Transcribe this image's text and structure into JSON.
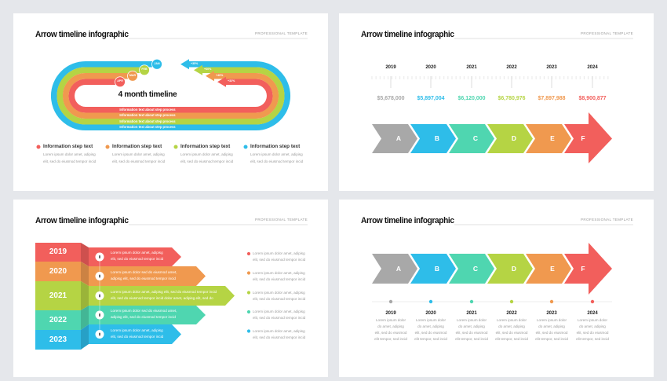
{
  "colors": {
    "red": "#f25f5c",
    "orange": "#f0994f",
    "green": "#b5d444",
    "teal": "#4fd6b0",
    "blue": "#2ebde9",
    "gray": "#a8a8a8",
    "background": "#e5e7eb"
  },
  "slides": [
    {
      "title": "Arrow timeline infographic",
      "subtitle": "PROFESSIONAL TEMPLATE",
      "center_title": "4 month timeline",
      "bands": [
        {
          "month": "JAN",
          "change": "+35%",
          "text": "Information text about step process",
          "color": "#2ebde9"
        },
        {
          "month": "FEB",
          "change": "+60%",
          "text": "Information text about step process",
          "color": "#b5d444"
        },
        {
          "month": "MAR",
          "change": "+40%",
          "text": "Information text about step process",
          "color": "#f0994f"
        },
        {
          "month": "APR",
          "change": "+32%",
          "text": "Information text about step process",
          "color": "#f25f5c"
        }
      ],
      "legend": [
        {
          "title": "Information step text",
          "body": [
            "Lorem ipsum dolor amet, adipisg",
            "elit, sed do eiusmod tempor incid"
          ],
          "color": "#f25f5c"
        },
        {
          "title": "Information step text",
          "body": [
            "Lorem ipsum dolor amet, adipisg",
            "elit, sed do eiusmod tempor incid"
          ],
          "color": "#f0994f"
        },
        {
          "title": "Information step text",
          "body": [
            "Lorem ipsum dolor amet, adipisg",
            "elit, sed do eiusmod tempor incid"
          ],
          "color": "#b5d444"
        },
        {
          "title": "Information step text",
          "body": [
            "Lorem ipsum dolor amet, adipisg",
            "elit, sed do eiusmod tempor incid"
          ],
          "color": "#2ebde9"
        }
      ]
    },
    {
      "title": "Arrow timeline infographic",
      "subtitle": "PROFESSIONAL TEMPLATE",
      "years": [
        "2019",
        "2020",
        "2021",
        "2022",
        "2023",
        "2024"
      ],
      "values": [
        "$5,678,000",
        "$5,897,004",
        "$6,120,000",
        "$6,780,976",
        "$7,897,988",
        "$8,900,877"
      ],
      "letters": [
        "A",
        "B",
        "C",
        "D",
        "E",
        "F"
      ],
      "step_colors": [
        "#a8a8a8",
        "#2ebde9",
        "#4fd6b0",
        "#b5d444",
        "#f0994f",
        "#f25f5c"
      ]
    },
    {
      "title": "Arrow timeline infographic",
      "subtitle": "PROFESSIONAL TEMPLATE",
      "rows": [
        {
          "year": "2019",
          "color": "#f25f5c",
          "text": [
            "Lorem ipsum dolor amet, adipisg",
            "elit, sed do eiusmod tempor incid"
          ],
          "note": [
            "Lorem ipsum dolor amet, adipisg",
            "elit, sed do eiusmod tempor incid"
          ]
        },
        {
          "year": "2020",
          "color": "#f0994f",
          "text": [
            "Lorem ipsum dolor sed do eiusmod amet,",
            "adipisg elit, sed do eiusmod tempor incid"
          ],
          "note": [
            "Lorem ipsum dolor amet, adipisg",
            "elit, sed do eiusmod tempor incid"
          ]
        },
        {
          "year": "2021",
          "color": "#b5d444",
          "text": [
            "Lorem ipsum dolor amet, adipisg elit, sed do eiusmod tempor incid",
            "elit, sed do eiusmod tempor incid dolor amet, adipisg elit, sed do"
          ],
          "note": [
            "Lorem ipsum dolor amet, adipisg",
            "elit, sed do eiusmod tempor incid"
          ]
        },
        {
          "year": "2022",
          "color": "#4fd6b0",
          "text": [
            "Lorem ipsum dolor sed do eiusmod amet,",
            "adipisg elit, sed do eiusmod tempor incid"
          ],
          "note": [
            "Lorem ipsum dolor amet, adipisg",
            "elit, sed do eiusmod tempor incid"
          ]
        },
        {
          "year": "2023",
          "color": "#2ebde9",
          "text": [
            "Lorem ipsum dolor amet, adipisg",
            "elit, sed do eiusmod tempor incid"
          ],
          "note": [
            "Lorem ipsum dolor amet, adipisg",
            "elit, sed do eiusmod tempor incid"
          ]
        }
      ]
    },
    {
      "title": "Arrow timeline infographic",
      "subtitle": "PROFESSIONAL TEMPLATE",
      "letters": [
        "A",
        "B",
        "C",
        "D",
        "E",
        "F"
      ],
      "years": [
        "2019",
        "2020",
        "2021",
        "2022",
        "2023",
        "2024"
      ],
      "step_colors": [
        "#a8a8a8",
        "#2ebde9",
        "#4fd6b0",
        "#b5d444",
        "#f0994f",
        "#f25f5c"
      ],
      "notes": [
        [
          "Lorem ipsum dolor",
          "do amet, adipisg",
          "elit, sed do eiusmod",
          "elit tempor, sed incid"
        ],
        [
          "Lorem ipsum dolor",
          "do amet, adipisg",
          "elit, sed do eiusmod",
          "elit tempor, sed incid"
        ],
        [
          "Lorem ipsum dolor",
          "do amet, adipisg",
          "elit, sed do eiusmod",
          "elit tempor, sed incid"
        ],
        [
          "Lorem ipsum dolor",
          "do amet, adipisg",
          "elit, sed do eiusmod",
          "elit tempor, sed incid"
        ],
        [
          "Lorem ipsum dolor",
          "do amet, adipisg",
          "elit, sed do eiusmod",
          "elit tempor, sed incid"
        ],
        [
          "Lorem ipsum dolor",
          "do amet, adipisg",
          "elit, sed do eiusmod",
          "elit tempor, sed incid"
        ]
      ]
    }
  ]
}
